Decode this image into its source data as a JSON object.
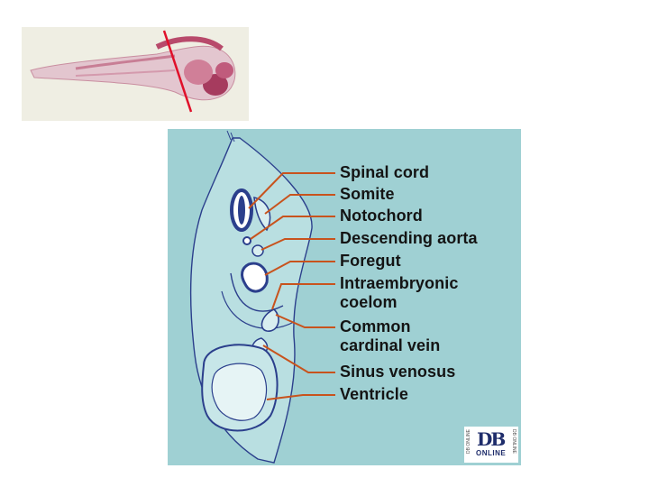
{
  "labels": [
    "Spinal cord",
    "Somite",
    "Notochord",
    "Descending aorta",
    "Foregut",
    "Intraembryonic",
    "coelom",
    "Common",
    "cardinal vein",
    "Sinus venosus",
    "Ventricle"
  ],
  "logo": {
    "main": "DB",
    "sub": "ONLINE",
    "side_left": "DB ONLINE",
    "side_right": "DB ONLINE"
  },
  "colors": {
    "leader": "#c8531d",
    "section_bg": "#9fd0d3",
    "tissue_line": "#2b3f8c",
    "embryo": "#b84a6b",
    "section_line": "#e0102a"
  }
}
